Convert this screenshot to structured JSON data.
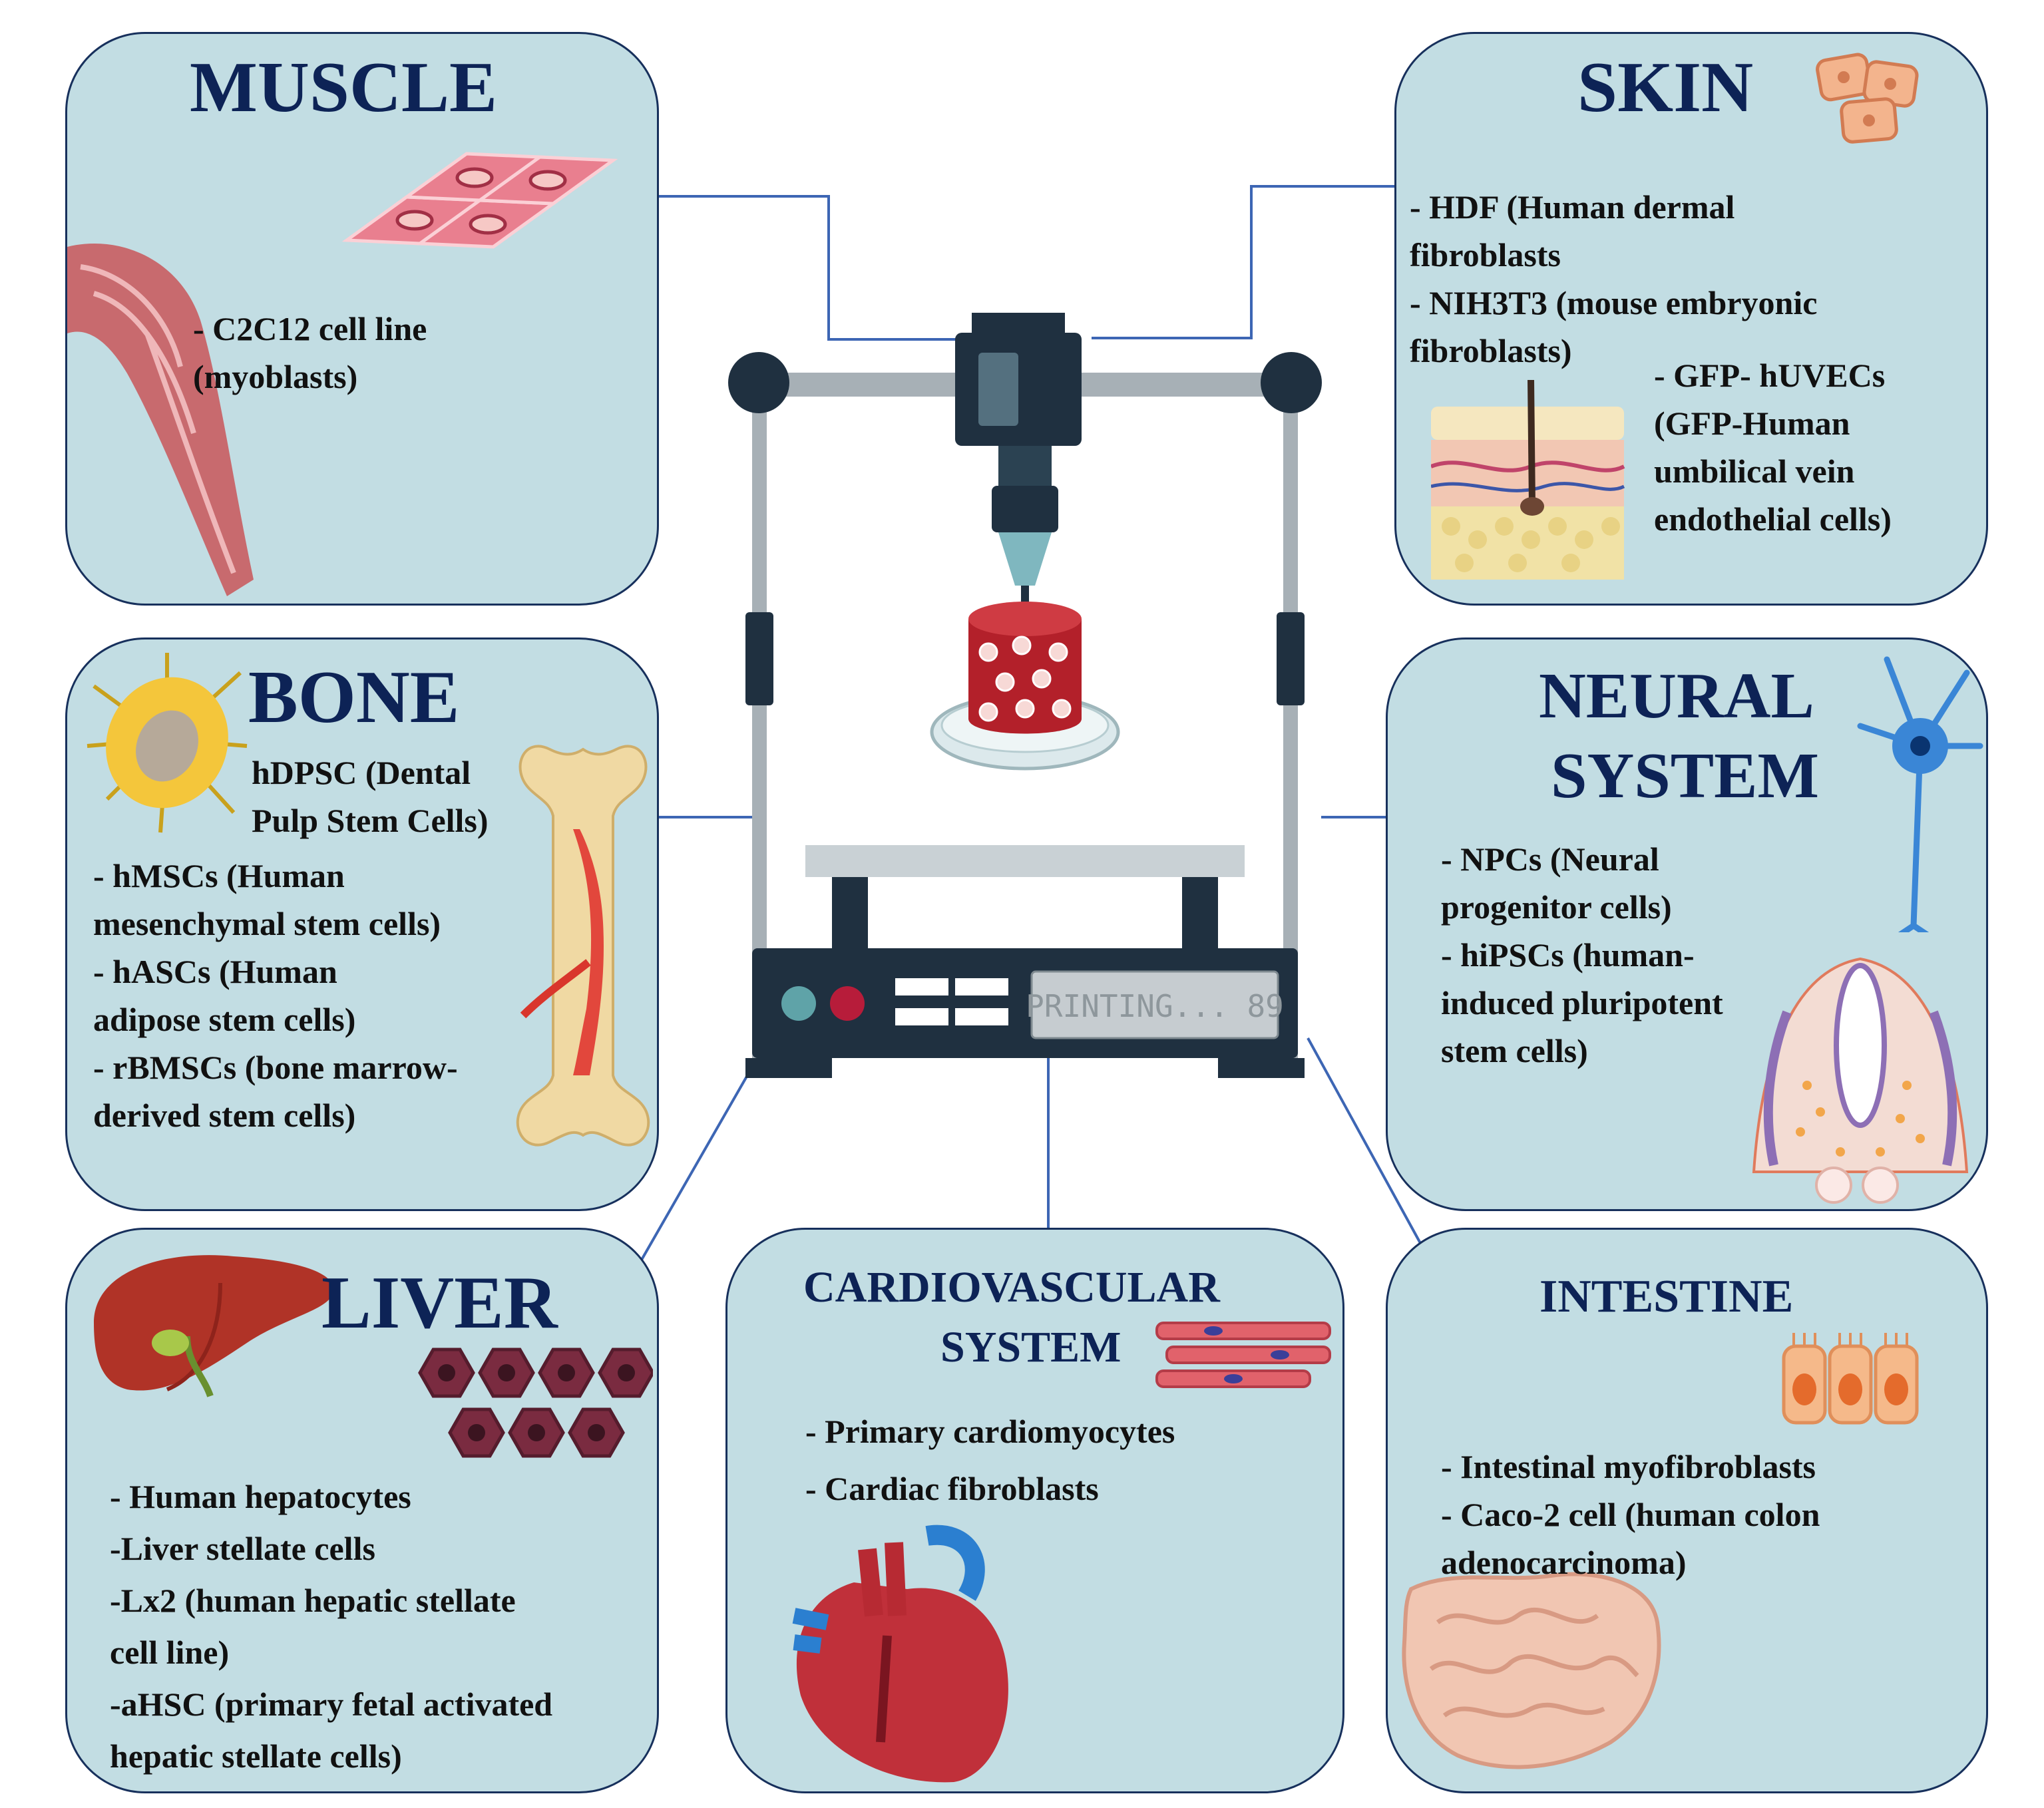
{
  "printer": {
    "display_text": "PRINTING... 89"
  },
  "panels": {
    "muscle": {
      "title": "MUSCLE",
      "items": [
        "- C2C12 cell line\n(myoblasts)"
      ]
    },
    "skin": {
      "title": "SKIN",
      "items": [
        "- HDF (Human dermal\nfibroblasts",
        "- NIH3T3 (mouse embryonic\nfibroblasts)"
      ],
      "items_b": [
        "- GFP- hUVECs\n(GFP-Human\numbilical vein\nendothelial cells)"
      ]
    },
    "bone": {
      "title": "BONE",
      "items_top": [
        "hDPSC (Dental\nPulp Stem Cells)"
      ],
      "items": [
        "- hMSCs (Human\nmesenchymal stem cells)",
        "- hASCs (Human\nadipose stem cells)",
        "- rBMSCs (bone marrow-\nderived stem cells)"
      ]
    },
    "neural": {
      "title_line1": "NEURAL",
      "title_line2": "SYSTEM",
      "items": [
        "- NPCs (Neural\nprogenitor cells)",
        "- hiPSCs (human-\ninduced pluripotent\nstem cells)"
      ]
    },
    "liver": {
      "title": "LIVER",
      "items": [
        "- Human hepatocytes",
        "-Liver stellate cells",
        "-Lx2 (human hepatic stellate\ncell line)",
        "-aHSC (primary fetal activated\nhepatic stellate cells)"
      ]
    },
    "cardio": {
      "title_line1": "CARDIOVASCULAR",
      "title_line2": "SYSTEM",
      "items": [
        "- Primary cardiomyocytes",
        "- Cardiac fibroblasts"
      ]
    },
    "intestine": {
      "title": "INTESTINE",
      "items": [
        "- Intestinal myofibroblasts",
        "- Caco-2 cell (human colon\nadenocarcinoma)"
      ]
    }
  },
  "colors": {
    "panel_bg": "#c2dde3",
    "title": "#0d2356",
    "border": "#17305c",
    "connector": "#3d66b4"
  }
}
